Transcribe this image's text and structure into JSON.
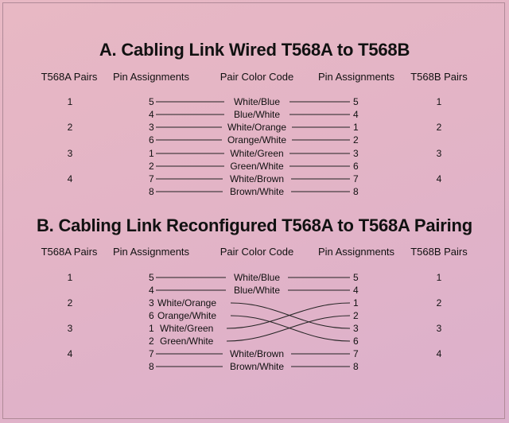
{
  "sectionA": {
    "title": "A. Cabling Link Wired T568A to T568B",
    "headers": [
      "T568A Pairs",
      "Pin Assignments",
      "Pair Color Code",
      "Pin Assignments",
      "T568B Pairs"
    ],
    "pairs_left": [
      "1",
      "2",
      "3",
      "4"
    ],
    "pairs_right": [
      "1",
      "2",
      "3",
      "4"
    ],
    "rows": [
      {
        "left_pin": "5",
        "color": "White/Blue",
        "right_pin": "5"
      },
      {
        "left_pin": "4",
        "color": "Blue/White",
        "right_pin": "4"
      },
      {
        "left_pin": "3",
        "color": "White/Orange",
        "right_pin": "1"
      },
      {
        "left_pin": "6",
        "color": "Orange/White",
        "right_pin": "2"
      },
      {
        "left_pin": "1",
        "color": "White/Green",
        "right_pin": "3"
      },
      {
        "left_pin": "2",
        "color": "Green/White",
        "right_pin": "6"
      },
      {
        "left_pin": "7",
        "color": "White/Brown",
        "right_pin": "7"
      },
      {
        "left_pin": "8",
        "color": "Brown/White",
        "right_pin": "8"
      }
    ]
  },
  "sectionB": {
    "title": "B. Cabling Link Reconfigured T568A to T568A Pairing",
    "headers": [
      "T568A Pairs",
      "Pin Assignments",
      "Pair Color Code",
      "Pin Assignments",
      "T568B Pairs"
    ],
    "pairs_left": [
      "1",
      "2",
      "3",
      "4"
    ],
    "pairs_right": [
      "1",
      "2",
      "3",
      "4"
    ],
    "rows": [
      {
        "left_pin": "5",
        "color": "White/Blue",
        "right_pin": "5"
      },
      {
        "left_pin": "4",
        "color": "Blue/White",
        "right_pin": "4"
      },
      {
        "left_pin": "3",
        "color": "White/Orange",
        "right_pin": "1"
      },
      {
        "left_pin": "6",
        "color": "Orange/White",
        "right_pin": "2"
      },
      {
        "left_pin": "1",
        "color": "White/Green",
        "right_pin": "3"
      },
      {
        "left_pin": "2",
        "color": "Green/White",
        "right_pin": "6"
      },
      {
        "left_pin": "7",
        "color": "White/Brown",
        "right_pin": "7"
      },
      {
        "left_pin": "8",
        "color": "Brown/White",
        "right_pin": "8"
      }
    ]
  },
  "colors": {
    "line": "#222222",
    "background": "#e3b4c6"
  }
}
